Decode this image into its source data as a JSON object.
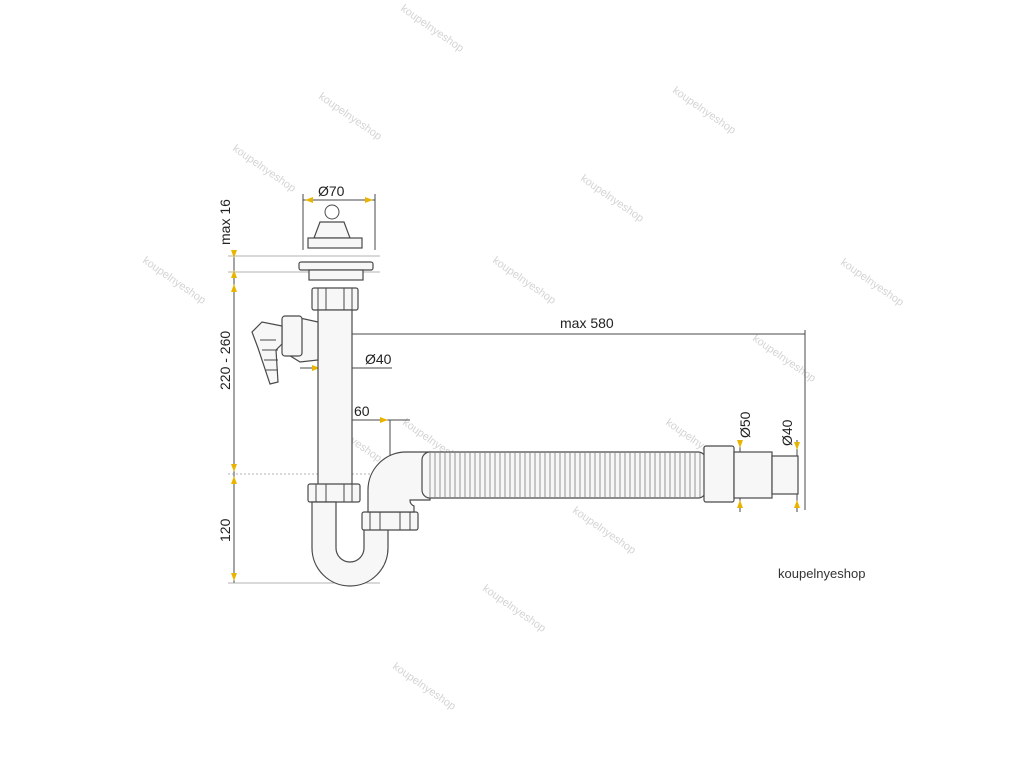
{
  "dimensions": {
    "top_diameter": "Ø70",
    "max_depth": "max 16",
    "height_range": "220 - 260",
    "max_length": "max 580",
    "pipe_diameter": "Ø40",
    "offset": "60",
    "lower_height": "120",
    "outlet_outer": "Ø50",
    "outlet_inner": "Ø40"
  },
  "watermark": "koupelnyeshop",
  "brand_label": "koupelnyeshop",
  "colors": {
    "line": "#4a4a4a",
    "arrow": "#e8b400",
    "watermark": "#d4d4d4"
  }
}
